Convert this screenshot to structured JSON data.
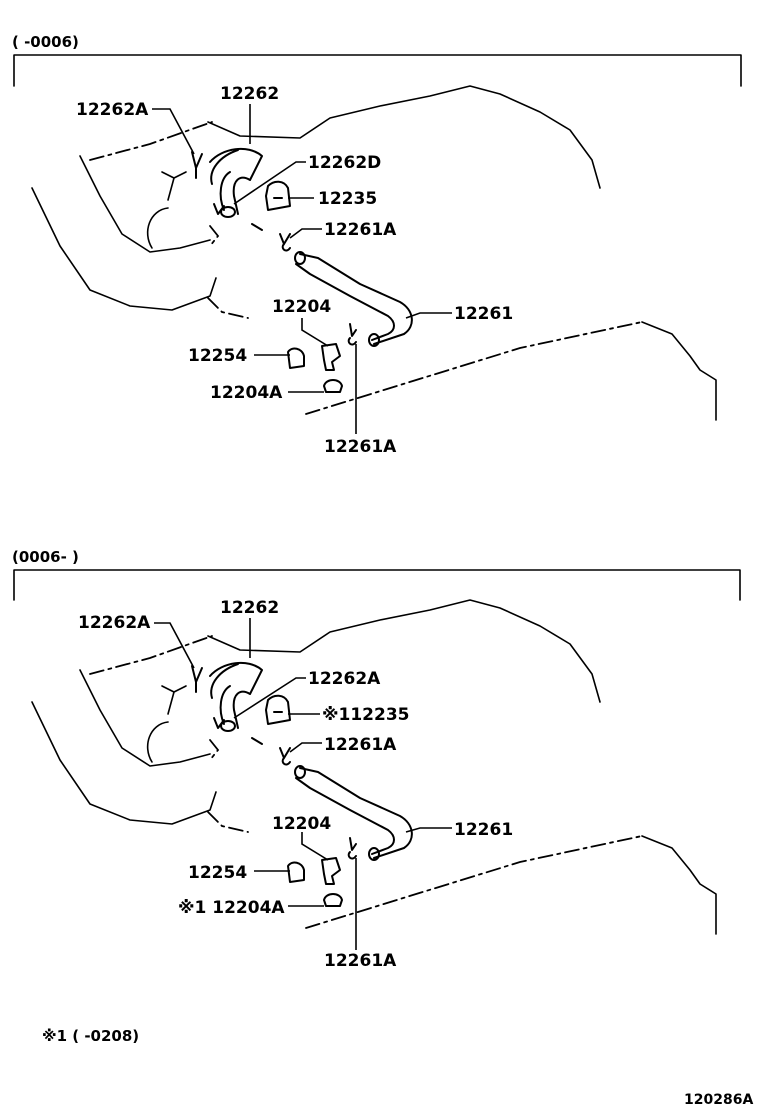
{
  "sections": [
    {
      "range": "(      -0006)",
      "labels": {
        "p12262A": "12262A",
        "p12262": "12262",
        "p12262D": "12262D",
        "p12235": "12235",
        "p12261A_top": "12261A",
        "p12261": "12261",
        "p12204": "12204",
        "p12254": "12254",
        "p12204A": "12204A",
        "p12261A_bottom": "12261A"
      }
    },
    {
      "range": "(0006-      )",
      "labels": {
        "p12262A": "12262A",
        "p12262": "12262",
        "p12262A_right": "12262A",
        "p12235": "※112235",
        "p12261A_top": "12261A",
        "p12261": "12261",
        "p12204": "12204",
        "p12254": "12254",
        "p12204A": "※1 12204A",
        "p12261A_bottom": "12261A"
      }
    }
  ],
  "footnote": "※1  (      -0208)",
  "reference": "120286A"
}
